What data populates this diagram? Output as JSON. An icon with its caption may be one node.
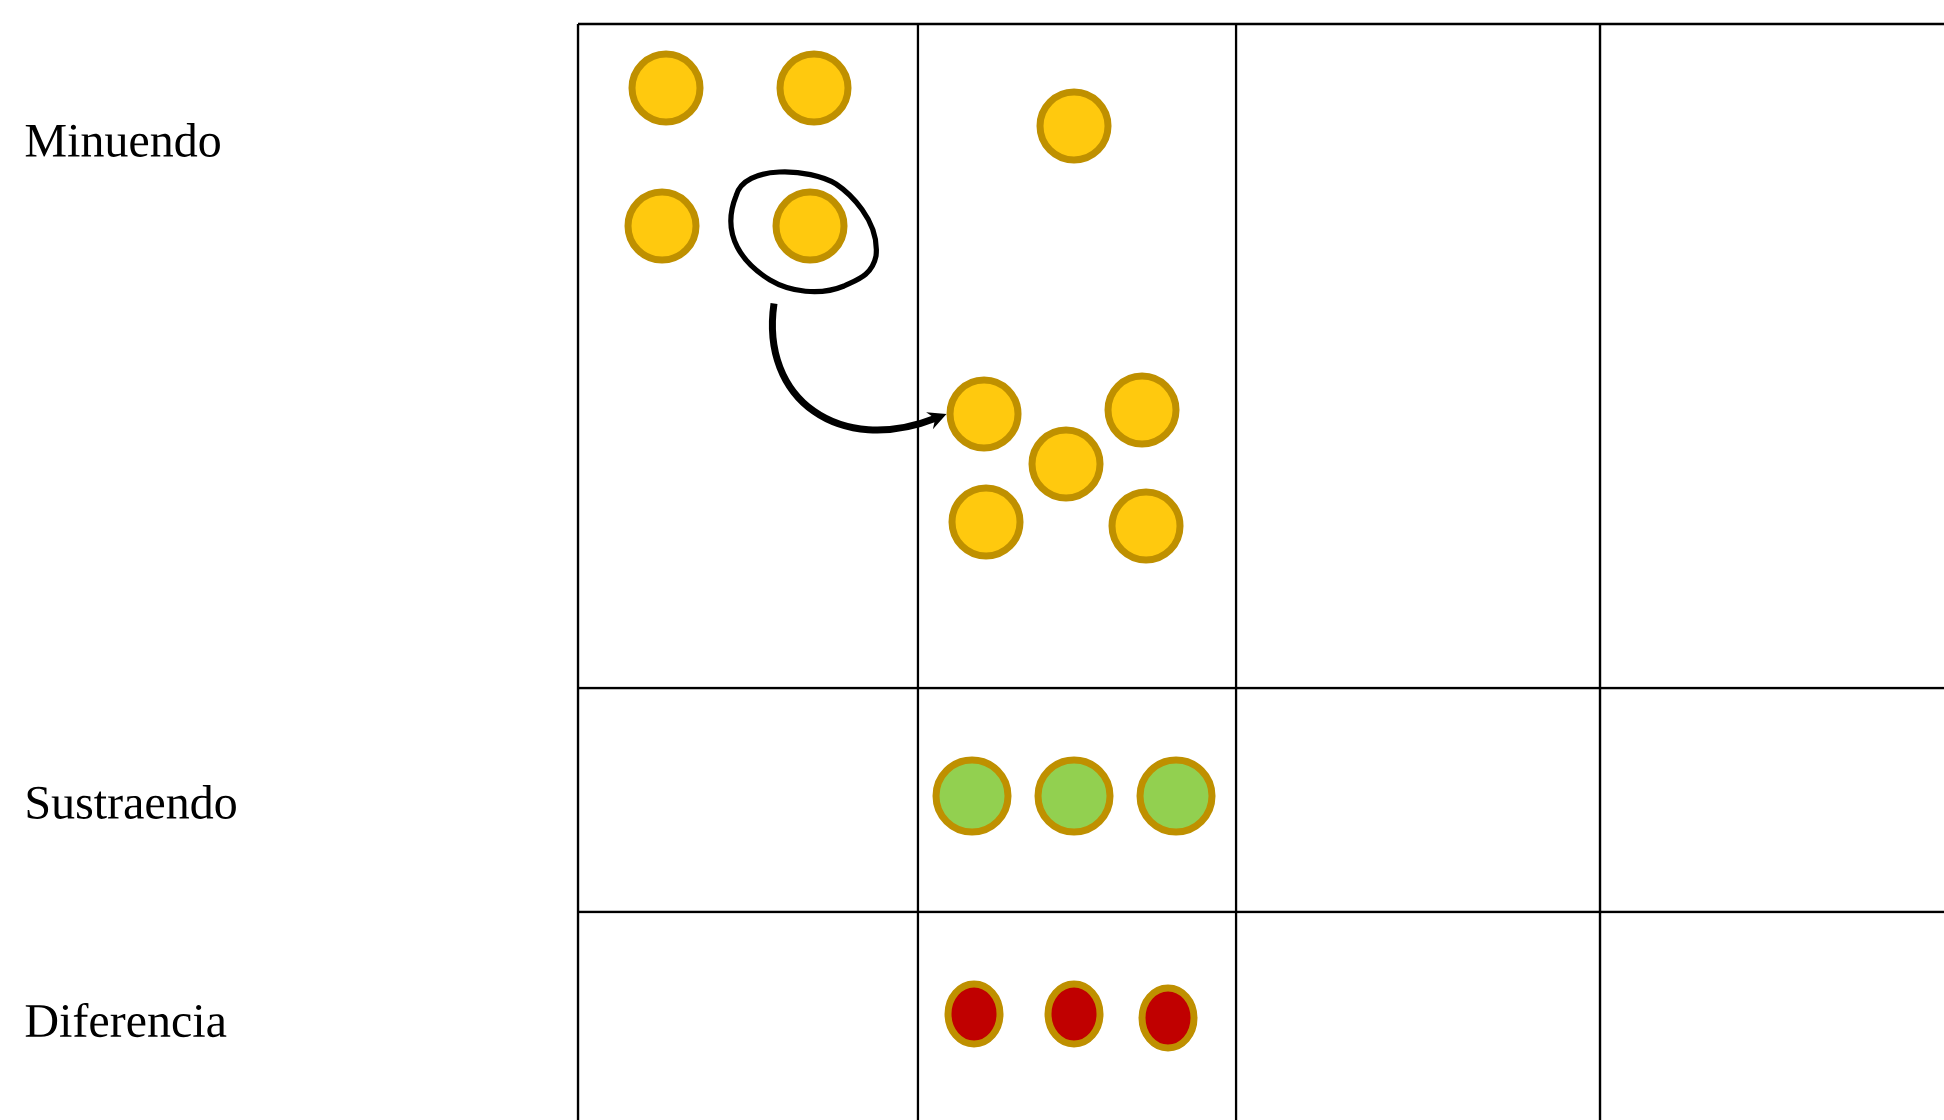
{
  "diagram": {
    "nodes": [
      {
        "text": [],
        "shape": "circle"
      },
      {
        "text": [],
        "shape": "circle"
      },
      {
        "text": [],
        "shape": "circle"
      },
      {
        "text": [],
        "shape": "circle"
      },
      {
        "text": [],
        "shape": "circle"
      },
      {
        "text": [],
        "shape": "circle"
      },
      {
        "text": [],
        "shape": "circle"
      },
      {
        "text": [],
        "shape": "circle"
      },
      {
        "text": [],
        "shape": "circle"
      },
      {
        "text": [],
        "shape": "circle"
      },
      {
        "text": [],
        "shape": "circle"
      },
      {
        "text": [],
        "shape": "circle"
      },
      {
        "text": [],
        "shape": "circle"
      },
      {
        "text": [],
        "shape": "circle"
      },
      {
        "text": [],
        "shape": "circle"
      },
      {
        "text": [],
        "shape": "circle"
      }
    ],
    "edges": [
      {
        "from": 4,
        "to": 6,
        "arrow": "to"
      }
    ],
    "labels": [
      "Minuendo",
      "Sustraendo",
      "Diferencia"
    ]
  }
}
